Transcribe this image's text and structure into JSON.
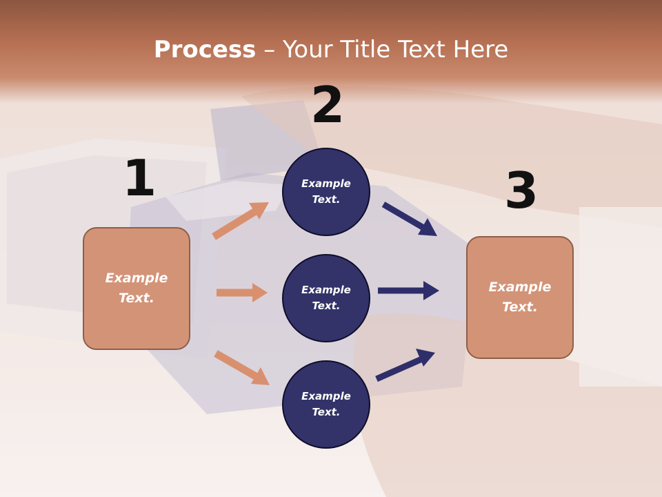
{
  "title": {
    "bold": "Process",
    "rest": " – Your Title Text Here"
  },
  "steps": [
    {
      "number": "1",
      "line1": "Example",
      "line2": "Text."
    },
    {
      "number": "2",
      "line1": "Example",
      "line2": "Text."
    },
    {
      "number": "3",
      "line1": "Example",
      "line2": "Text."
    }
  ],
  "circles": [
    {
      "line1": "Example",
      "line2": "Text."
    },
    {
      "line1": "Example",
      "line2": "Text."
    },
    {
      "line1": "Example",
      "line2": "Text."
    }
  ],
  "colors": {
    "box_fill": "#d39377",
    "circle_fill": "#33336a",
    "arrow_left": "#d9906f",
    "arrow_right": "#2e2e6b"
  }
}
